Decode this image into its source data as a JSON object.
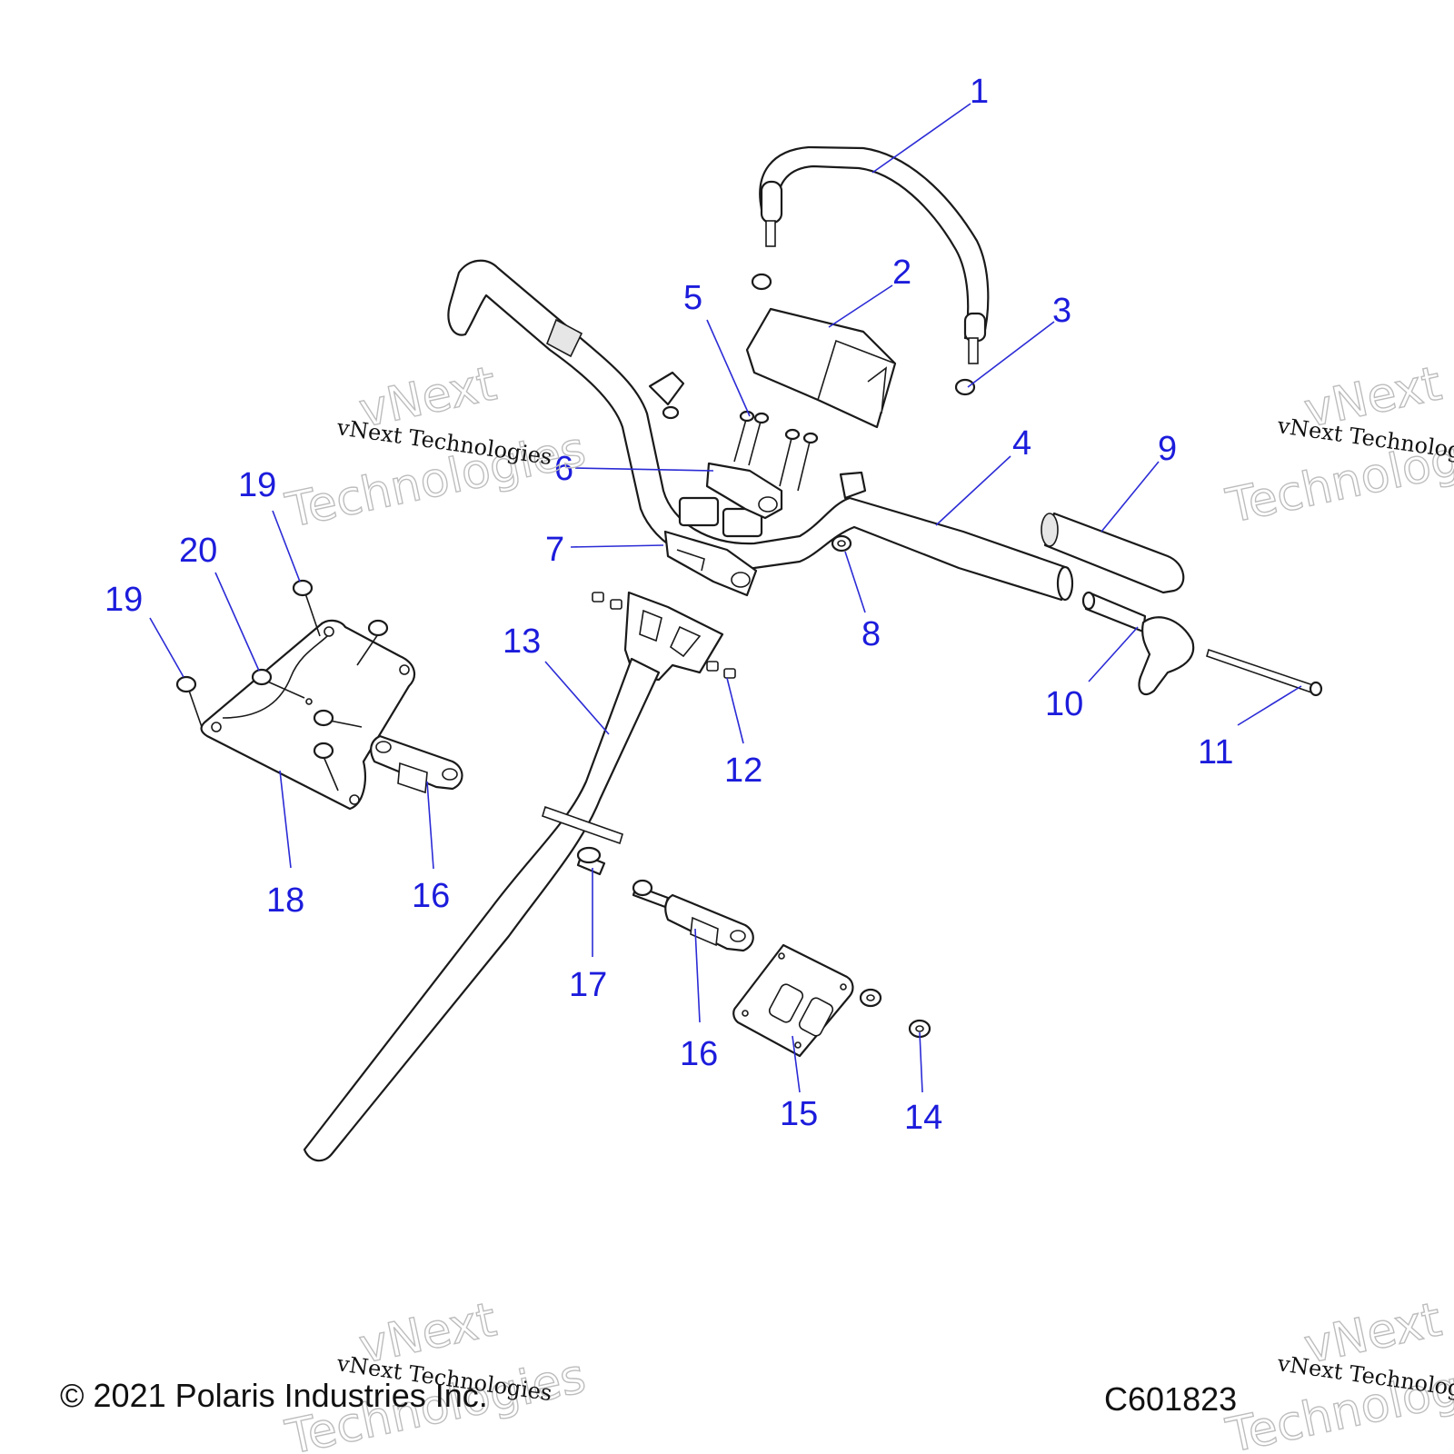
{
  "callouts": [
    {
      "id": "1",
      "label": "1"
    },
    {
      "id": "2",
      "label": "2"
    },
    {
      "id": "3",
      "label": "3"
    },
    {
      "id": "4",
      "label": "4"
    },
    {
      "id": "5",
      "label": "5"
    },
    {
      "id": "6",
      "label": "6"
    },
    {
      "id": "7",
      "label": "7"
    },
    {
      "id": "8",
      "label": "8"
    },
    {
      "id": "9",
      "label": "9"
    },
    {
      "id": "10",
      "label": "10"
    },
    {
      "id": "11",
      "label": "11"
    },
    {
      "id": "12",
      "label": "12"
    },
    {
      "id": "13",
      "label": "13"
    },
    {
      "id": "14",
      "label": "14"
    },
    {
      "id": "15",
      "label": "15"
    },
    {
      "id": "16a",
      "label": "16"
    },
    {
      "id": "16b",
      "label": "16"
    },
    {
      "id": "17",
      "label": "17"
    },
    {
      "id": "18",
      "label": "18"
    },
    {
      "id": "19a",
      "label": "19"
    },
    {
      "id": "19b",
      "label": "19"
    },
    {
      "id": "20",
      "label": "20"
    }
  ],
  "watermark": {
    "line_small": "vNext Technologies",
    "word_1": "vNext",
    "word_2": "Technologies"
  },
  "footer": {
    "copyright": "© 2021 Polaris Industries Inc.",
    "diagram_code": "C601823"
  }
}
